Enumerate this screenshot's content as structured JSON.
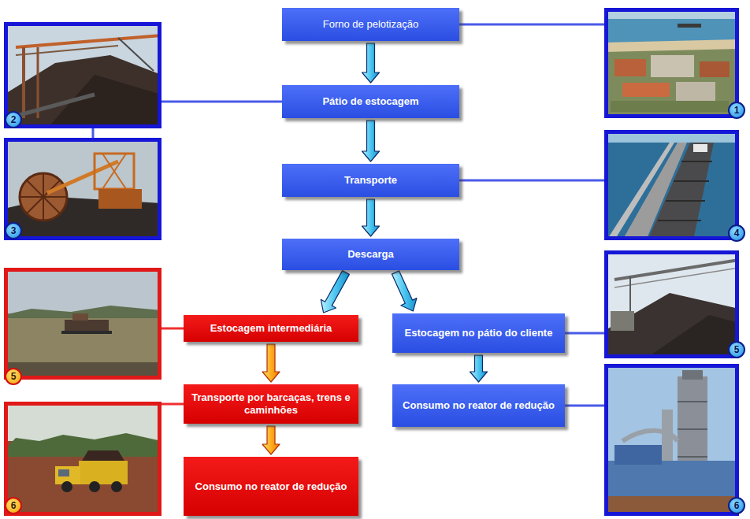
{
  "diagram": {
    "nodes": [
      {
        "text": [
          "Forno de pelotização"
        ]
      },
      {
        "text": [
          "Pátio de estocagem"
        ]
      },
      {
        "text": [
          "Transporte"
        ]
      },
      {
        "text": [
          "Descarga"
        ]
      },
      {
        "text": [
          "Estocagem intermediária"
        ]
      },
      {
        "text": [
          "Estocagem no pátio do cliente"
        ]
      },
      {
        "text": [
          "Transporte por barcaças, trens e caminhões"
        ]
      },
      {
        "text": [
          "Consumo no reator de redução"
        ]
      },
      {
        "text": [
          "Consumo no reator de redução"
        ]
      }
    ],
    "edges": [
      {
        "from": 0,
        "to": 1,
        "arrow": "to"
      },
      {
        "from": 1,
        "to": 2,
        "arrow": "to"
      },
      {
        "from": 2,
        "to": 3,
        "arrow": "to"
      },
      {
        "from": 3,
        "to": 4,
        "arrow": "to"
      },
      {
        "from": 3,
        "to": 5,
        "arrow": "to"
      },
      {
        "from": 4,
        "to": 6,
        "arrow": "to"
      },
      {
        "from": 6,
        "to": 8,
        "arrow": "to"
      },
      {
        "from": 5,
        "to": 7,
        "arrow": "to"
      }
    ],
    "labels": [
      "1",
      "2",
      "3",
      "4",
      "5",
      "5",
      "6",
      "6"
    ]
  }
}
